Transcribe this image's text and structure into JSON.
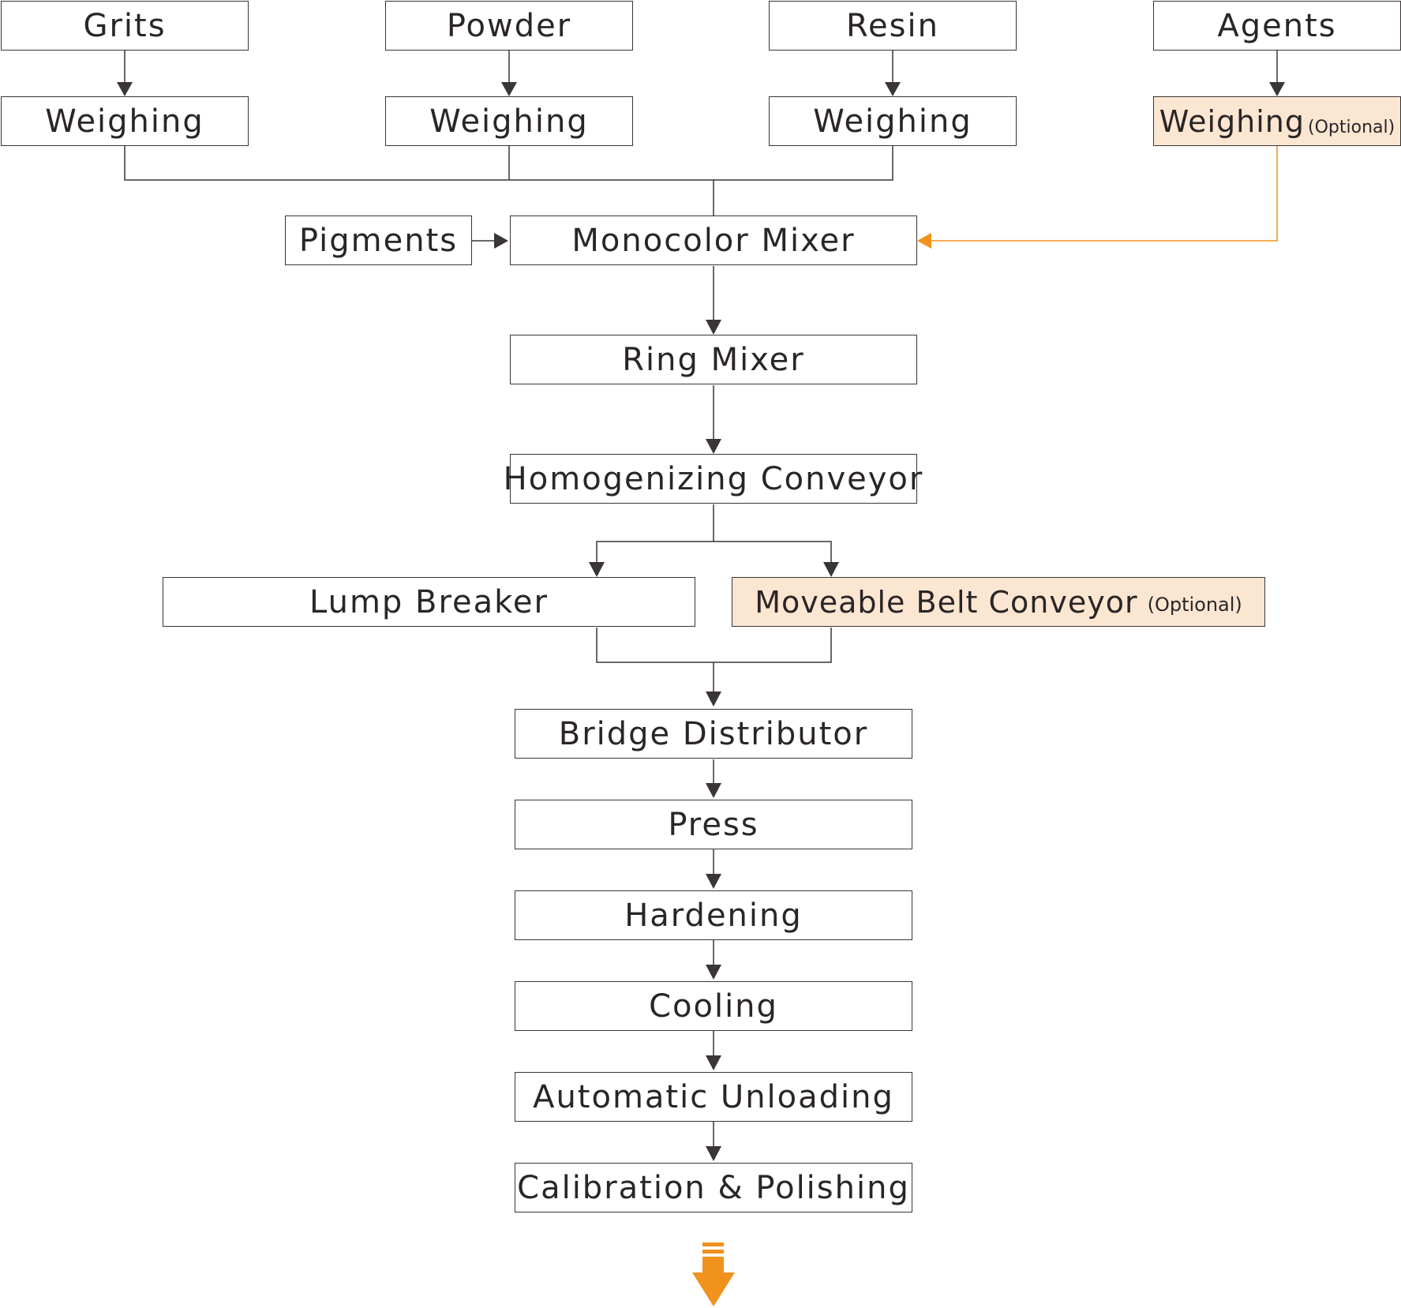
{
  "colors": {
    "line": "#3a3536",
    "accent": "#f0921c",
    "optional_fill": "#fbe6d2"
  },
  "inputs": {
    "grits": "Grits",
    "powder": "Powder",
    "resin": "Resin",
    "agents": "Agents"
  },
  "weighing": {
    "grits": "Weighing",
    "powder": "Weighing",
    "resin": "Weighing",
    "agents": "Weighing",
    "agents_note": "(Optional)"
  },
  "pigments": "Pigments",
  "steps": {
    "monocolor_mixer": "Monocolor Mixer",
    "ring_mixer": "Ring Mixer",
    "homogenizing_conveyor": "Homogenizing Conveyor",
    "lump_breaker": "Lump Breaker",
    "moveable_belt_conveyor": "Moveable Belt Conveyor",
    "moveable_belt_conveyor_note": "(Optional)",
    "bridge_distributor": "Bridge Distributor",
    "press": "Press",
    "hardening": "Hardening",
    "cooling": "Cooling",
    "automatic_unloading": "Automatic Unloading",
    "calibration_polishing": "Calibration & Polishing"
  },
  "icons": {
    "continue": "down-arrow-icon"
  }
}
